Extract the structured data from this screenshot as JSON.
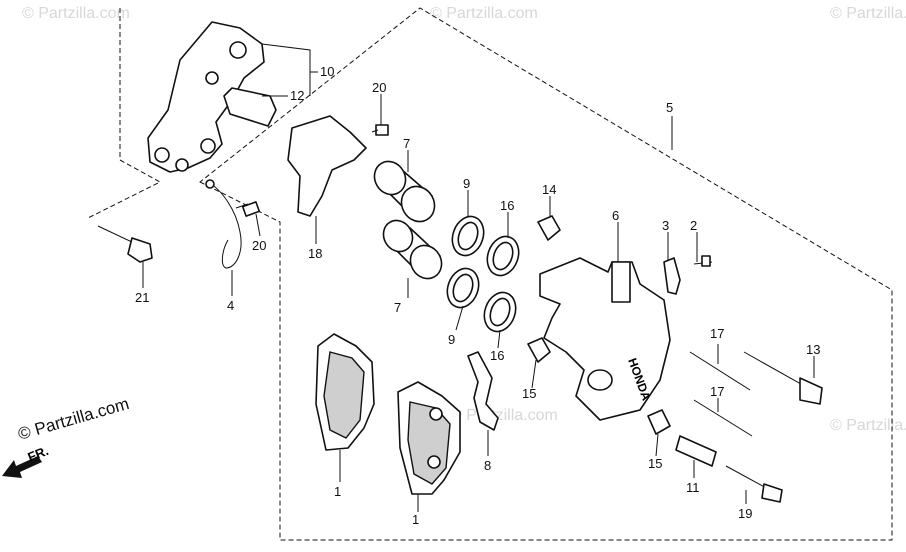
{
  "watermark": {
    "text": "© Partzilla.com"
  },
  "brand": {
    "text": "© Partzilla.com"
  },
  "direction_marker": {
    "text": "FR."
  },
  "caliper_marking": "HONDA",
  "callouts": [
    {
      "id": "c1a",
      "label": "1"
    },
    {
      "id": "c1b",
      "label": "1"
    },
    {
      "id": "c2",
      "label": "2"
    },
    {
      "id": "c3",
      "label": "3"
    },
    {
      "id": "c4",
      "label": "4"
    },
    {
      "id": "c5",
      "label": "5"
    },
    {
      "id": "c6",
      "label": "6"
    },
    {
      "id": "c7a",
      "label": "7"
    },
    {
      "id": "c7b",
      "label": "7"
    },
    {
      "id": "c8",
      "label": "8"
    },
    {
      "id": "c9a",
      "label": "9"
    },
    {
      "id": "c9b",
      "label": "9"
    },
    {
      "id": "c10",
      "label": "10"
    },
    {
      "id": "c11",
      "label": "11"
    },
    {
      "id": "c12",
      "label": "12"
    },
    {
      "id": "c13",
      "label": "13"
    },
    {
      "id": "c14",
      "label": "14"
    },
    {
      "id": "c15a",
      "label": "15"
    },
    {
      "id": "c15b",
      "label": "15"
    },
    {
      "id": "c16a",
      "label": "16"
    },
    {
      "id": "c16b",
      "label": "16"
    },
    {
      "id": "c17a",
      "label": "17"
    },
    {
      "id": "c17b",
      "label": "17"
    },
    {
      "id": "c18",
      "label": "18"
    },
    {
      "id": "c19",
      "label": "19"
    },
    {
      "id": "c20a",
      "label": "20"
    },
    {
      "id": "c20b",
      "label": "20"
    },
    {
      "id": "c21",
      "label": "21"
    }
  ]
}
